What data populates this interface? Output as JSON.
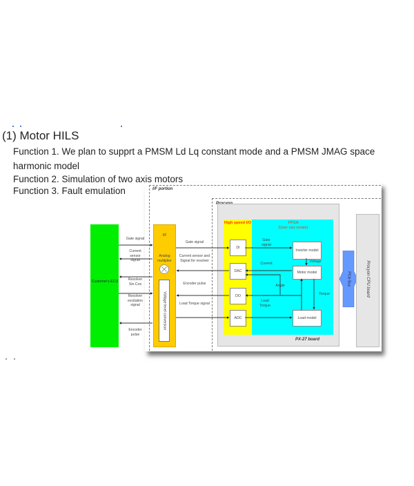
{
  "section": {
    "heading": "(1) Motor HILS",
    "functions": [
      "Function 1. We plan to supprt a PMSM Ld Lq constant mode and a PMSM JMAG space",
      "harmonic model",
      "Function 2. Simulation of two axis motors",
      "Function 3. Fault emulation"
    ]
  },
  "diagram": {
    "if_portion_label": "I/F portion",
    "procyon_label": "Procyon",
    "ecu_label": "Customer's ECU",
    "if_block": {
      "title": "I/F",
      "analog_multiplier": "Analog multiplier",
      "voltage_conversion": "Voltage level conversion"
    },
    "ecu_signals": {
      "gate_signal": "Gate signal",
      "current_sensor_signal": "Current sensor signal",
      "resolver_sincos": "Resolver Sin.Cos",
      "resolver_excitation": "Resolver excitation signal",
      "encoder_pulse": "Encoder pulse"
    },
    "if_signals": {
      "gate_signal": "Gate signal",
      "current_sensor_resolver": "Current sensor and Signal for resolver",
      "encoder_pulse": "Encoder pulse",
      "load_torque": "Load Torque signal"
    },
    "high_speed_io": {
      "title": "High speed I/O",
      "ports": [
        "DI",
        "DAC",
        "DO",
        "ADC"
      ]
    },
    "fpga": {
      "title": "FPGA",
      "subtitle": "(User can create)",
      "models": {
        "inverter": "Inverter model",
        "motor": "Motor model",
        "load": "Load model"
      },
      "signals": {
        "gate_signal": "Gate signal",
        "voltage": "Voltage",
        "current": "Current",
        "angle": "Angle",
        "torque": "Torque",
        "load_torque": "Load Torque"
      }
    },
    "board_label": "PX-27 board",
    "bus_label": "PCIe Bus",
    "cpu_board_label": "Procyon CPU board"
  },
  "colors": {
    "ecu_green": "#00ee00",
    "if_yellow": "#ffcc00",
    "io_yellow": "#ffff00",
    "fpga_cyan": "#00ffff",
    "bus_blue": "#6699ff",
    "io_title_red": "#ff3300",
    "board_gray": "#e6e6e6"
  }
}
